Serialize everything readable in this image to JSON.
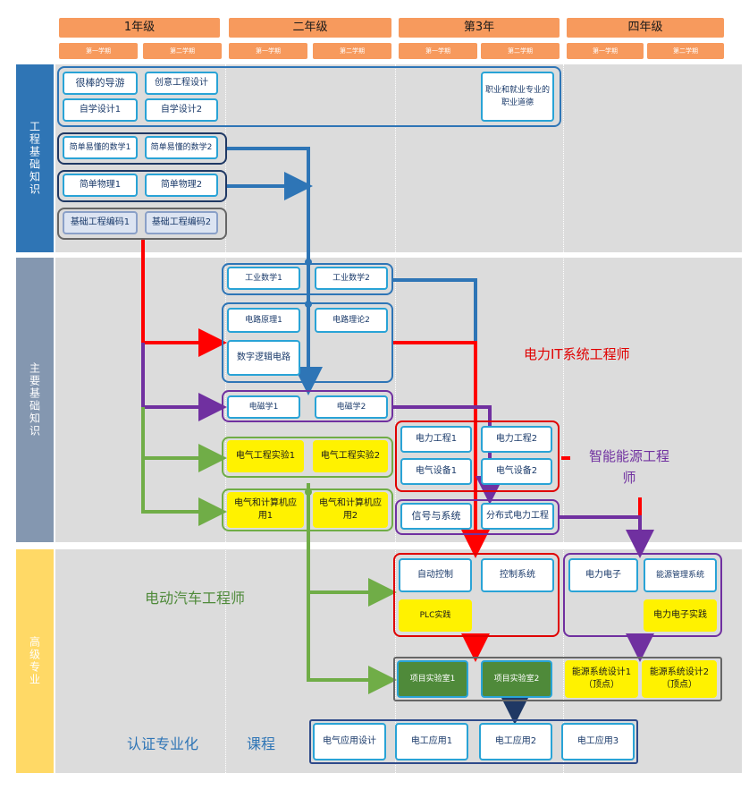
{
  "years": [
    "1年级",
    "二年级",
    "第3年",
    "四年级"
  ],
  "semesters": [
    "第一学期",
    "第二学期"
  ],
  "sections": {
    "engineering": "工程基础知识",
    "major": "主要基础知识",
    "advanced": "高级专业"
  },
  "courses": {
    "tour": "很棒的导游",
    "creative": "创意工程设计",
    "self1": "自学设计1",
    "self2": "自学设计2",
    "ethics": "职业和就业专业的职业道德",
    "math1": "简单易懂的数学1",
    "math2": "简单易懂的数学2",
    "phys1": "简单物理1",
    "phys2": "简单物理2",
    "code1": "基础工程编码1",
    "code2": "基础工程编码2",
    "imath1": "工业数学1",
    "imath2": "工业数学2",
    "circ1": "电路原理1",
    "circ2": "电路理论2",
    "digital": "数字逻辑电路",
    "em1": "电磁学1",
    "em2": "电磁学2",
    "elab1": "电气工程实验1",
    "elab2": "电气工程实验2",
    "ec1": "电气和计算机应用1",
    "ec2": "电气和计算机应用2",
    "pe1": "电力工程1",
    "pe2": "电力工程2",
    "eq1": "电气设备1",
    "eq2": "电气设备2",
    "sig": "信号与系统",
    "dist": "分布式电力工程",
    "auto": "自动控制",
    "ctrl": "控制系统",
    "plc": "PLC实践",
    "pwr": "电力电子",
    "emgmt": "能源管理系统",
    "pwrlab": "电力电子实践",
    "proj1": "项目实验室1",
    "proj2": "项目实验室2",
    "cap1": "能源系统设计1（顶点）",
    "cap2": "能源系统设计2（顶点）",
    "eapp": "电气应用设计",
    "ea1": "电工应用1",
    "ea2": "电工应用2",
    "ea3": "电工应用3"
  },
  "careers": {
    "it": "电力IT系统工程师",
    "smart": "智能能源工程师",
    "ev": "电动汽车工程师",
    "cert": "认证专业化",
    "course": "课程"
  },
  "colors": {
    "blue_arrow": "#2e75b6",
    "red_arrow": "#ff0000",
    "purple_arrow": "#7030a0",
    "green_arrow": "#70ad47",
    "navy_arrow": "#1f3864",
    "band": "#dcdcdc",
    "header": "#f79a5d"
  }
}
